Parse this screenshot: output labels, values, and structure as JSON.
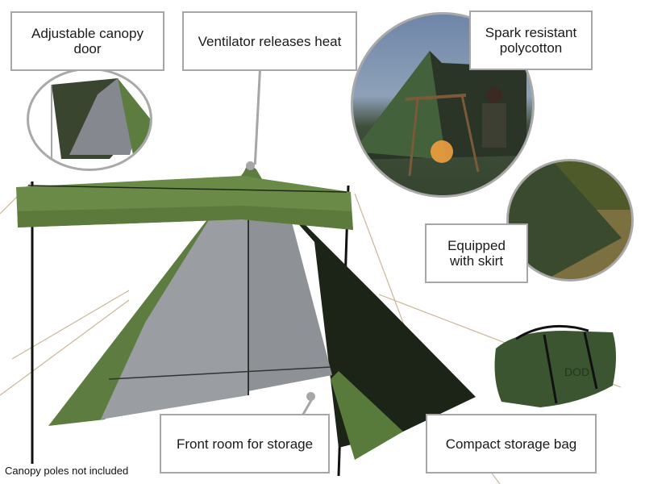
{
  "product": {
    "brand_mark": "DOD",
    "colors": {
      "tent_green": "#5a7a3c",
      "tent_dark": "#1f2a1a",
      "mesh_gray": "#8e9196",
      "bag_green": "#3b5530",
      "border_gray": "#a6a6a6"
    }
  },
  "callouts": {
    "canopy_door": "Adjustable canopy door",
    "ventilator": "Ventilator releases heat",
    "spark": "Spark resistant polycotton",
    "skirt": "Equipped with skirt",
    "front_room": "Front room for storage",
    "storage_bag": "Compact storage bag"
  },
  "footnote": "Canopy poles not included"
}
